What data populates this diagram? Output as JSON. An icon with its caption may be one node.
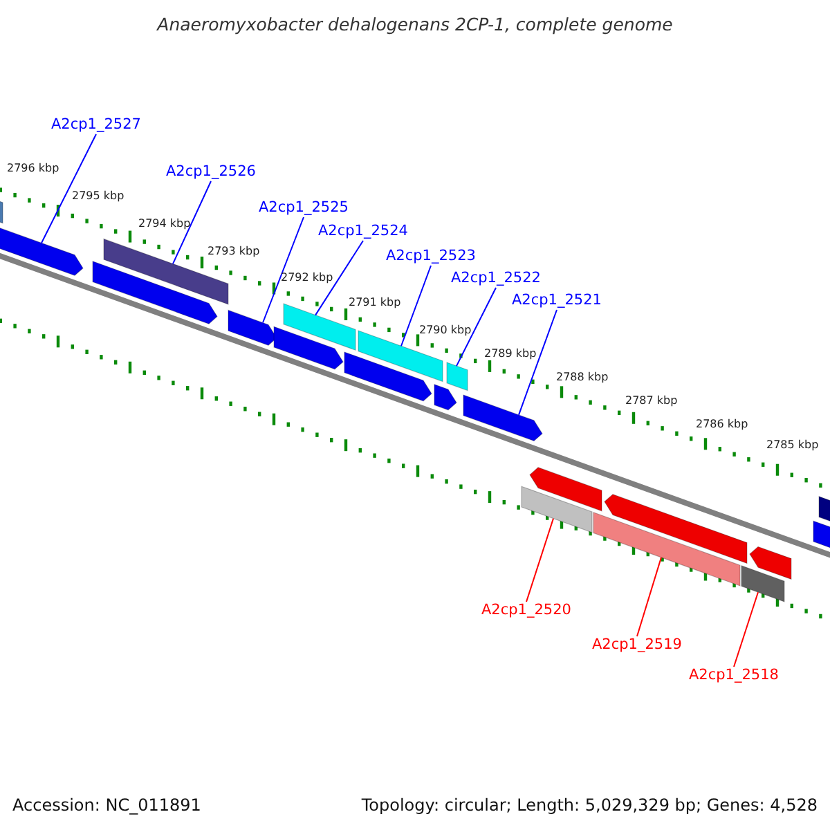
{
  "diagram": {
    "title": "Anaeromyxobacter dehalogenans 2CP-1, complete genome",
    "nodes": [
      {
        "text": [
          "A2cp1_2527"
        ]
      },
      {
        "text": [
          "A2cp1_2526"
        ]
      },
      {
        "text": [
          "A2cp1_2525"
        ]
      },
      {
        "text": [
          "A2cp1_2524"
        ]
      },
      {
        "text": [
          "A2cp1_2523"
        ]
      },
      {
        "text": [
          "A2cp1_2522"
        ]
      },
      {
        "text": [
          "A2cp1_2521"
        ]
      },
      {
        "text": [
          "A2cp1_2520"
        ]
      },
      {
        "text": [
          "A2cp1_2519"
        ]
      },
      {
        "text": [
          "A2cp1_2518"
        ]
      },
      {
        "text": [],
        "shape": "bar"
      },
      {
        "text": [],
        "shape": "bar"
      },
      {
        "text": [],
        "shape": "bar"
      },
      {
        "text": [],
        "shape": "bar"
      },
      {
        "text": [],
        "shape": "bar"
      },
      {
        "text": [],
        "shape": "bar"
      },
      {
        "text": [],
        "shape": "bar"
      },
      {
        "text": [],
        "shape": "bar"
      },
      {
        "text": [],
        "shape": "bar"
      },
      {
        "text": [],
        "shape": "bar"
      },
      {
        "text": [],
        "shape": "bar"
      },
      {
        "text": [],
        "shape": "bar"
      },
      {
        "text": [],
        "shape": "bar"
      },
      {
        "text": [],
        "shape": "bar"
      },
      {
        "text": [],
        "shape": "bar"
      },
      {
        "text": [],
        "shape": "bar"
      },
      {
        "text": [],
        "shape": "bar"
      },
      {
        "text": [],
        "shape": "bar"
      },
      {
        "text": [],
        "shape": "bar"
      },
      {
        "text": [],
        "shape": "bar"
      }
    ],
    "edges": [
      {
        "from": 0,
        "to": 11,
        "arrow": "none"
      },
      {
        "from": 1,
        "to": 13,
        "arrow": "none"
      },
      {
        "from": 2,
        "to": 14,
        "arrow": "none"
      },
      {
        "from": 3,
        "to": 16,
        "arrow": "none"
      },
      {
        "from": 4,
        "to": 18,
        "arrow": "none"
      },
      {
        "from": 5,
        "to": 20,
        "arrow": "none"
      },
      {
        "from": 6,
        "to": 21,
        "arrow": "none"
      },
      {
        "from": 7,
        "to": 22,
        "arrow": "none",
        "color": "#ff0000"
      },
      {
        "from": 8,
        "to": 24,
        "arrow": "none",
        "color": "#ff0000"
      },
      {
        "from": 9,
        "to": 26,
        "arrow": "none",
        "color": "#ff0000"
      }
    ],
    "labels": [
      "2796 kbp",
      "2795 kbp",
      "2794 kbp",
      "2793 kbp",
      "2792 kbp",
      "2791 kbp",
      "2790 kbp",
      "2789 kbp",
      "2788 kbp",
      "2787 kbp",
      "2786 kbp",
      "2785 kbp",
      "Accession: NC_011891",
      "Topology: circular; Length: 5,029,329 bp; Genes: 4,528"
    ]
  }
}
